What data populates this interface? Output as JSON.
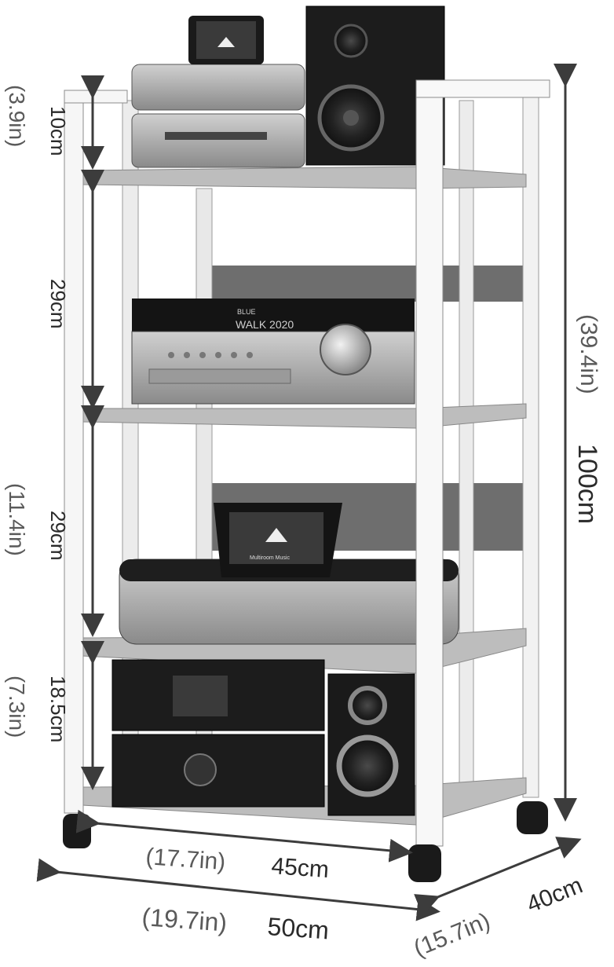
{
  "image": {
    "subject": "Four-tier audio equipment rack on caster wheels with dimension annotations",
    "colors": {
      "frame": "#f4f4f4",
      "frame_edge": "#8c8c8c",
      "shelf": "#b9b9b9",
      "back_panel": "#6e6e6e",
      "equipment_dark": "#1c1c1c",
      "equipment_silver": "#a8a8a8",
      "arrow": "#3c3c3c",
      "label": "#5a5a5a"
    }
  },
  "dimensions": {
    "gap_top_cm": "10cm",
    "gap_top_in": "(3.9in)",
    "gap_2_cm": "29cm",
    "gap_3_cm": "29cm",
    "gap_3_in": "(11.4in)",
    "gap_bottom_cm": "18.5cm",
    "gap_bottom_in": "(7.3in)",
    "height_in": "(39.4in)",
    "height_cm": "100cm",
    "inner_width_in": "(17.7in)",
    "inner_width_cm": "45cm",
    "outer_width_in": "(19.7in)",
    "outer_width_cm": "50cm",
    "depth_in": "(15.7in)",
    "depth_cm": "40cm"
  },
  "equipment": {
    "receiver_brand": "BLUE",
    "receiver_display": "WALK 2020",
    "tablet_caption": "Multiroom Music"
  }
}
